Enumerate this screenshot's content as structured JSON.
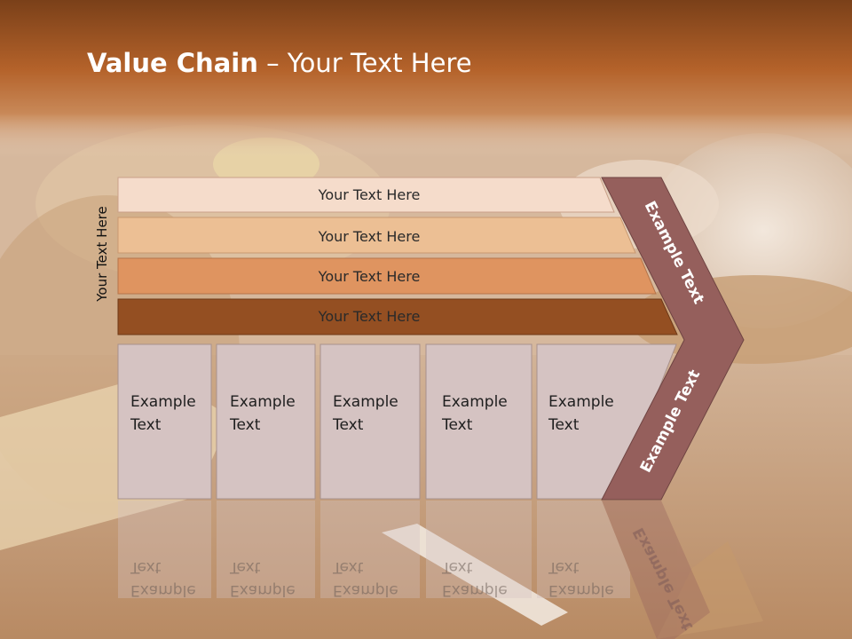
{
  "slide": {
    "title_bold": "Value Chain",
    "title_rest": " – Your Text Here",
    "side_label": "Your Text Here"
  },
  "bars": [
    {
      "label": "Your Text Here",
      "color": "#f5dccb"
    },
    {
      "label": "Your Text Here",
      "color": "#ecbf94"
    },
    {
      "label": "Your Text Here",
      "color": "#df9460"
    },
    {
      "label": "Your Text Here",
      "color": "#944f22"
    }
  ],
  "boxes": [
    {
      "line1": "Example",
      "line2": "Text"
    },
    {
      "line1": "Example",
      "line2": "Text"
    },
    {
      "line1": "Example",
      "line2": "Text"
    },
    {
      "line1": "Example",
      "line2": "Text"
    },
    {
      "line1": "Example",
      "line2": "Text"
    }
  ],
  "chevron": {
    "top_label": "Example Text",
    "bottom_label": "Example Text",
    "color": "#955f5c"
  },
  "colors": {
    "header_dark": "#7a4019",
    "header_mid": "#b4622a",
    "box_fill": "#d5c3c2",
    "box_stroke": "#a8918d"
  }
}
